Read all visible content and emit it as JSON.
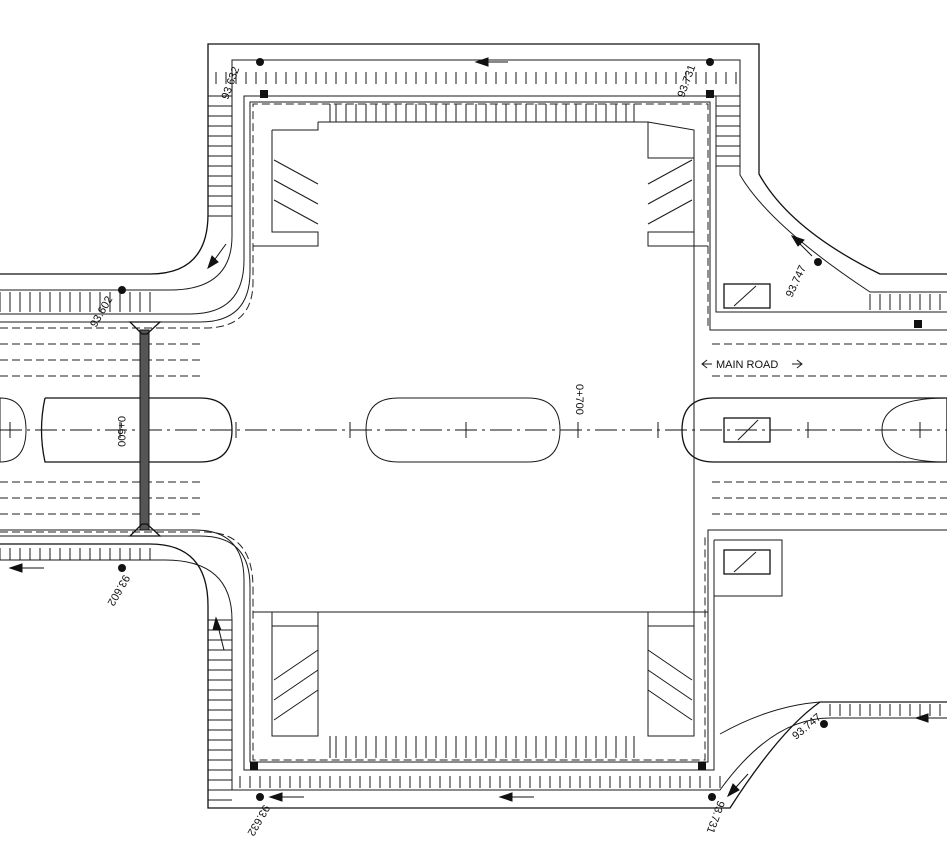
{
  "road_label": "MAIN ROAD",
  "chainages": [
    "0+600",
    "0+700"
  ],
  "levels": {
    "nw_top": "93.632",
    "ne_top": "93.731",
    "ne_curve": "93.747",
    "w_upper": "93.602",
    "w_lower": "93.602",
    "sw_bottom": "93.632",
    "se_bottom": "93.731",
    "se_curve": "93.747"
  },
  "colors": {
    "line": "#111111",
    "background": "#ffffff"
  }
}
